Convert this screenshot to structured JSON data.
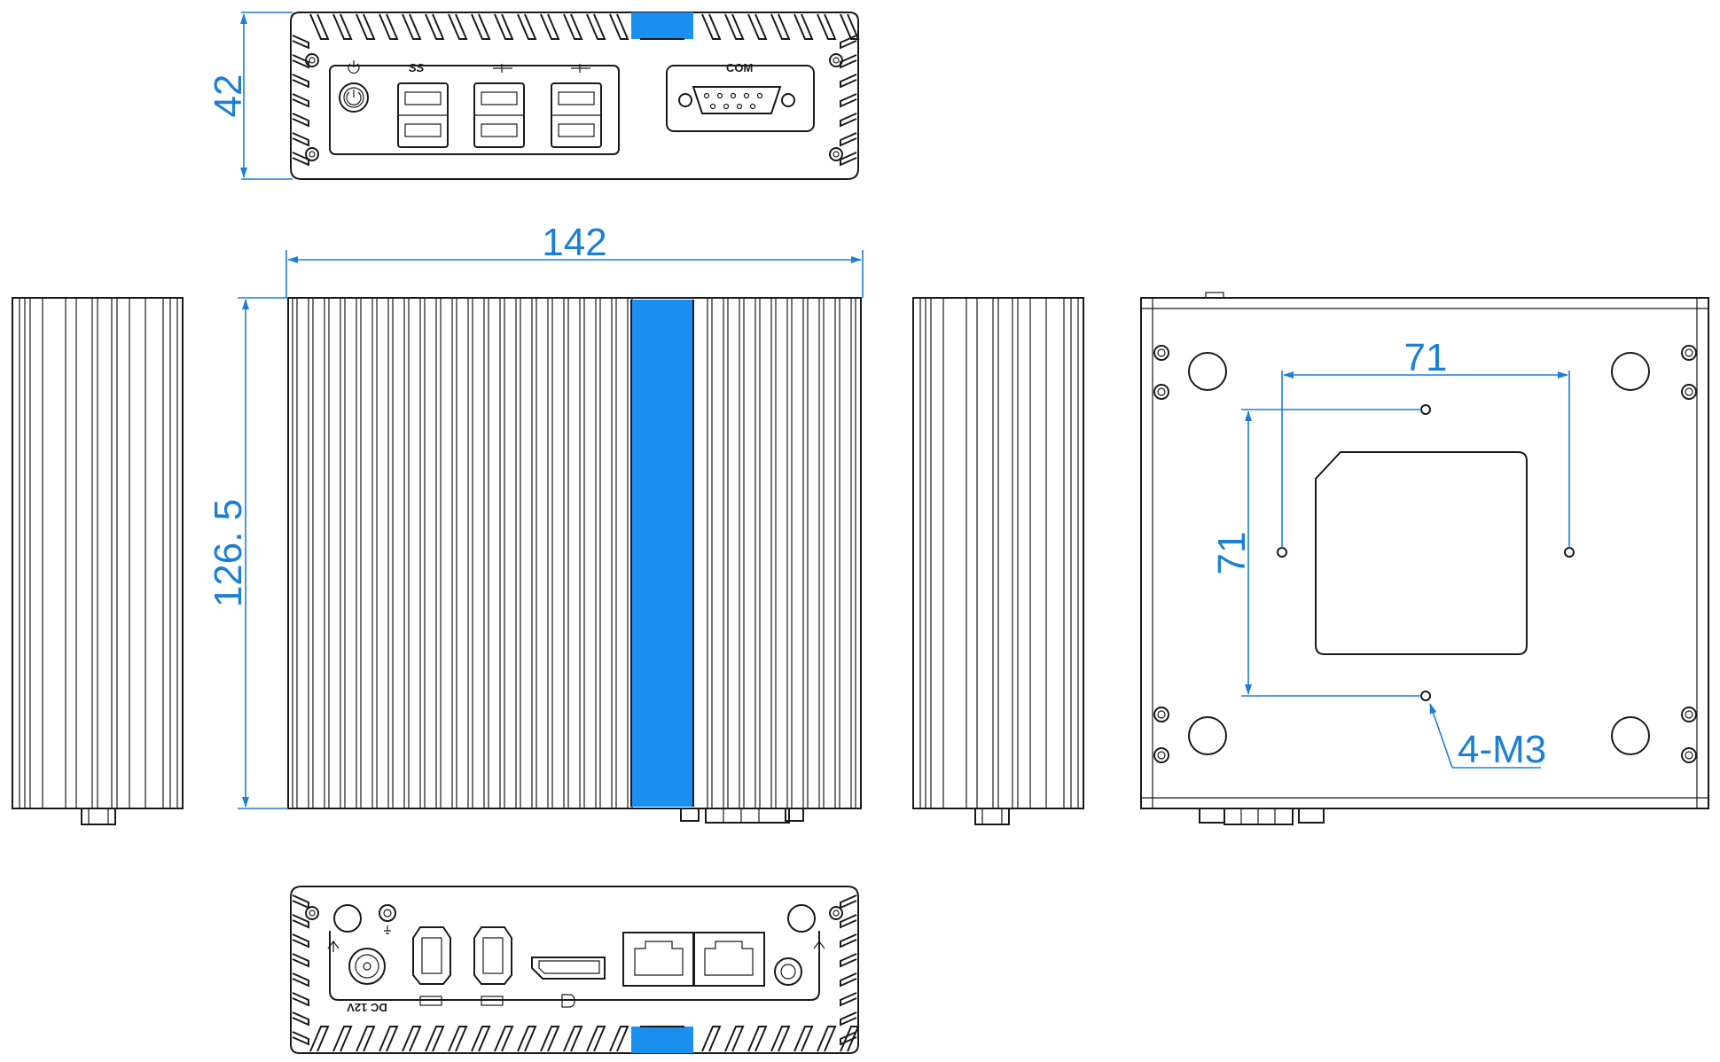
{
  "colors": {
    "line": "#1a1a1a",
    "dimension": "#1b7fd6",
    "accent_bar": "#1b8ff0"
  },
  "dimensions": {
    "height": "42",
    "width": "142",
    "depth": "126. 5",
    "vesa_horizontal": "71",
    "vesa_vertical": "71",
    "mount_screws": "4-M3"
  },
  "front_panel": {
    "com_label": "COM",
    "usb3_label": "SS"
  },
  "rear_panel": {
    "dc_label": "DC 12V"
  },
  "icons": [
    "power-icon",
    "usb-icon",
    "hdmi-icon",
    "displayport-icon",
    "ethernet-icon",
    "audio-icon",
    "antenna-icon",
    "ground-icon"
  ]
}
